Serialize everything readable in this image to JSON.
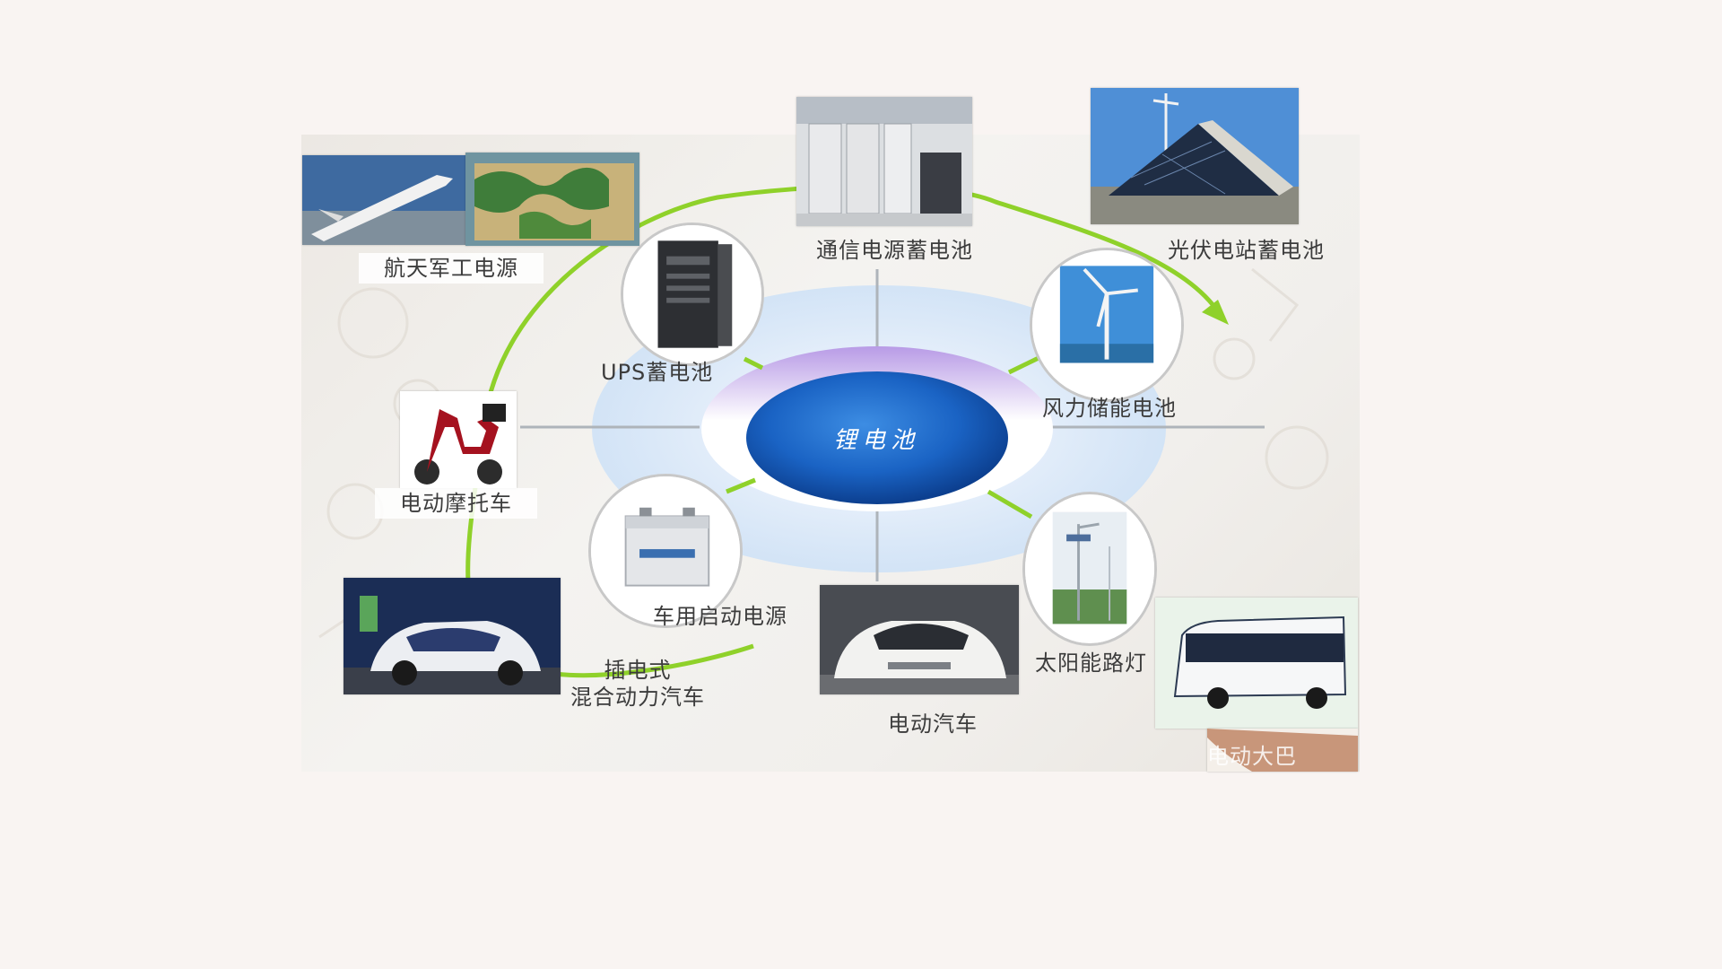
{
  "center": {
    "label": "锂电池"
  },
  "applications": {
    "telecom": "通信电源蓄电池",
    "solar_station": "光伏电站蓄电池",
    "aerospace": "航天军工电源",
    "ups": "UPS蓄电池",
    "wind": "风力储能电池",
    "e_motorcycle": "电动摩托车",
    "car_starter": "车用启动电源",
    "solar_lamp": "太阳能路灯",
    "phev_line1": "插电式",
    "phev_line2": "混合动力汽车",
    "ev": "电动汽车",
    "e_bus": "电动大巴"
  },
  "colors": {
    "arrow": "#8fd12a",
    "center_blue": "#1a63c4",
    "halo": "#cfe2f7",
    "circle_border": "#c8c8c8"
  }
}
